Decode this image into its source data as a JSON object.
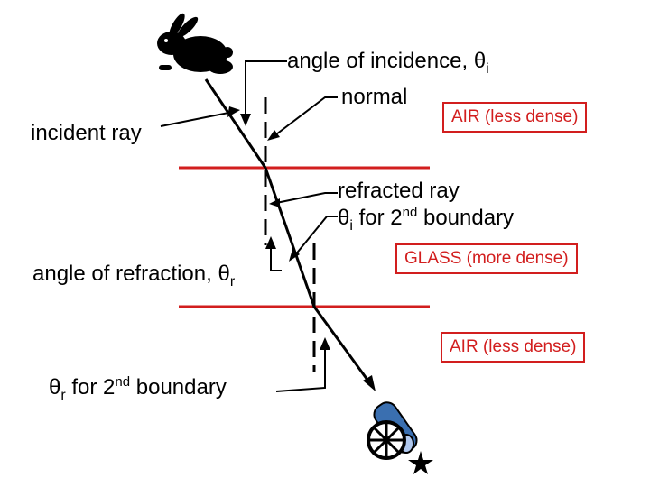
{
  "labels": {
    "angle_incidence_pre": "angle of incidence, ",
    "angle_incidence_sym": "θ",
    "angle_incidence_sub": "i",
    "normal": "normal",
    "incident_ray": "incident ray",
    "refracted_ray": "refracted ray",
    "theta_i_sym": "θ",
    "theta_i_sub": "i",
    "theta_i_mid": " for 2",
    "theta_i_sup": "nd",
    "theta_i_post": " boundary",
    "angle_refraction_pre": "angle of refraction, ",
    "angle_refraction_sym": "θ",
    "angle_refraction_sub": "r",
    "theta_r_sym": "θ",
    "theta_r_sub": "r",
    "theta_r_mid": " for 2",
    "theta_r_sup": "nd",
    "theta_r_post": " boundary"
  },
  "media": {
    "air_top": "AIR (less dense)",
    "glass": "GLASS (more dense)",
    "air_bottom": "AIR (less dense)"
  },
  "colors": {
    "boundary": "#d21e1e",
    "ray": "#000000",
    "cannon_barrel": "#3a6fb0"
  },
  "icons": [
    "rabbit-icon",
    "cannon-icon",
    "star-icon"
  ]
}
